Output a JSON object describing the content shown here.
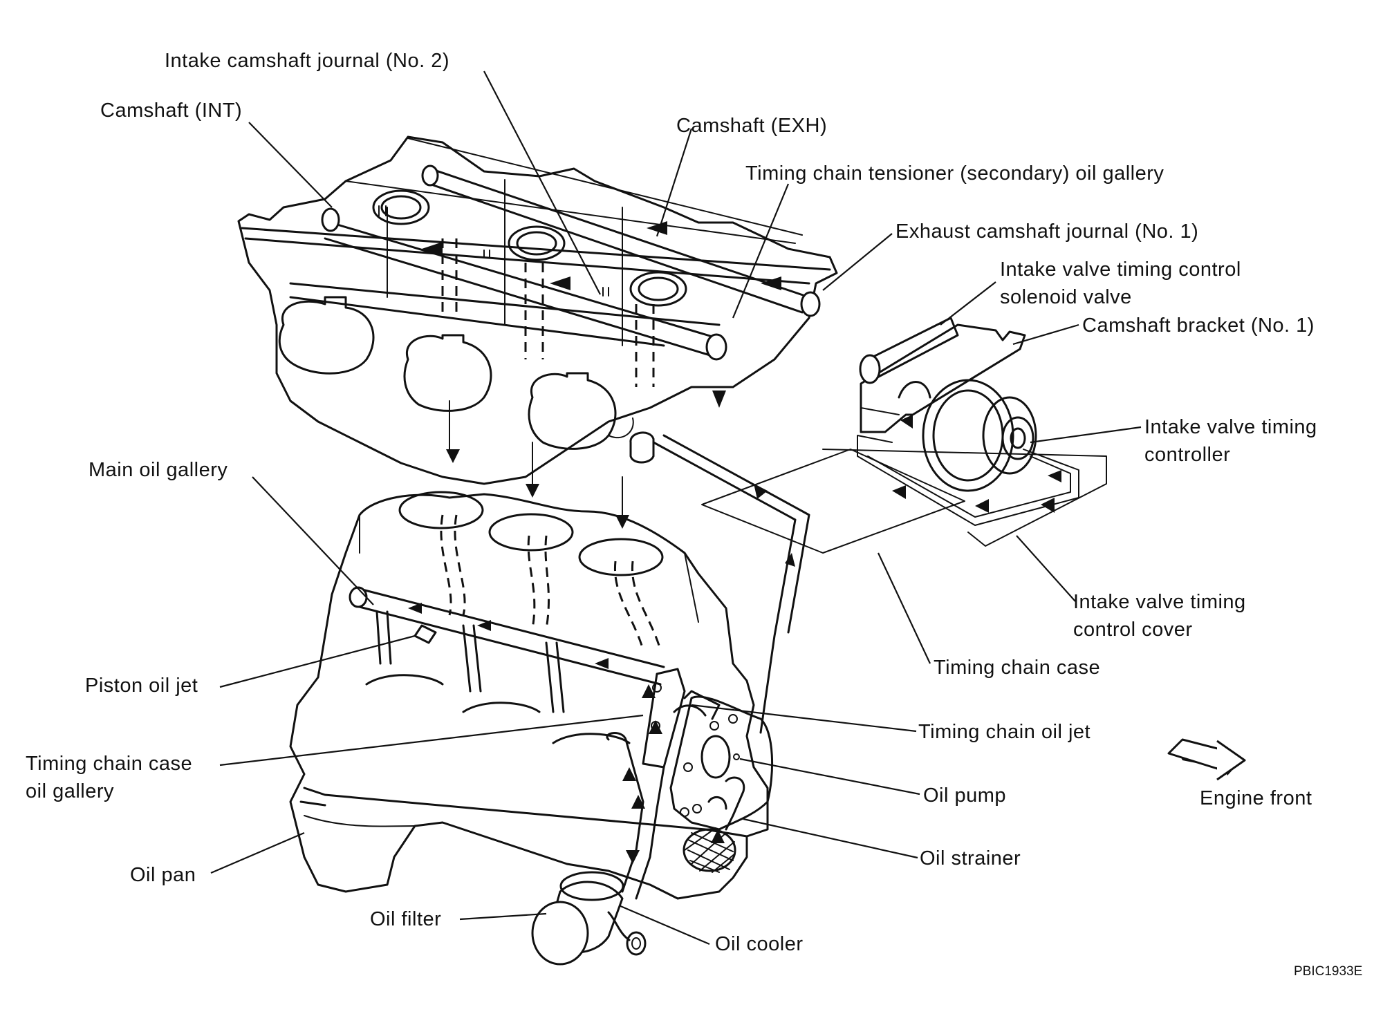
{
  "diagram": {
    "labels": {
      "intake_camshaft_journal_2": "Intake camshaft journal (No. 2)",
      "camshaft_int": "Camshaft (INT)",
      "camshaft_exh": "Camshaft (EXH)",
      "timing_chain_tensioner_gallery": "Timing chain tensioner (secondary) oil gallery",
      "exhaust_camshaft_journal_1": "Exhaust camshaft journal (No. 1)",
      "ivt_solenoid_valve_l1": "Intake valve timing control",
      "ivt_solenoid_valve_l2": "solenoid valve",
      "camshaft_bracket_1": "Camshaft bracket (No. 1)",
      "ivt_controller_l1": "Intake valve timing",
      "ivt_controller_l2": "controller",
      "main_oil_gallery": "Main oil gallery",
      "ivt_cover_l1": "Intake valve timing",
      "ivt_cover_l2": "control cover",
      "timing_chain_case": "Timing chain case",
      "piston_oil_jet": "Piston oil jet",
      "timing_chain_oil_jet": "Timing chain oil jet",
      "tcc_gallery_l1": "Timing chain case",
      "tcc_gallery_l2": "oil gallery",
      "oil_pump": "Oil pump",
      "engine_front": "Engine front",
      "oil_pan": "Oil pan",
      "oil_strainer": "Oil strainer",
      "oil_filter": "Oil filter",
      "oil_cooler": "Oil cooler"
    },
    "figure_code": "PBIC1933E",
    "ink_color": "#111111"
  }
}
